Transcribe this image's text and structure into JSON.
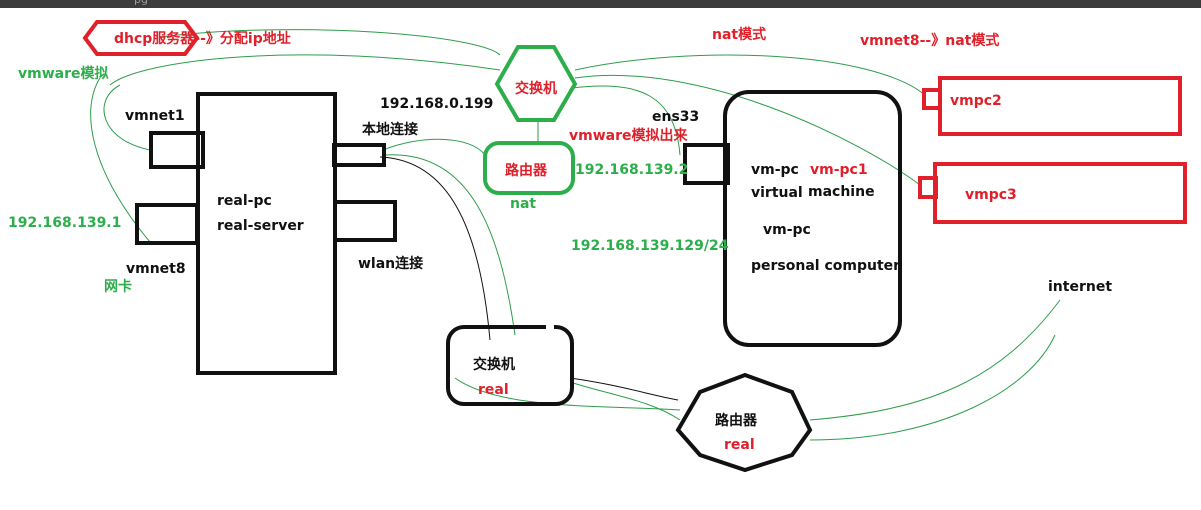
{
  "topbar": {
    "fragment": "pg"
  },
  "colors": {
    "black": "#111111",
    "red": "#e0202a",
    "green": "#2cae4a",
    "link": "#2f9d4b"
  },
  "labels": {
    "dhcp": "dhcp服务器--》分配ip地址",
    "vmware_sim": "vmware模拟",
    "nat_mode": "nat模式",
    "vmnet8_nat": "vmnet8--》nat模式",
    "switch_virtual": "交换机",
    "ip_0199": "192.168.0.199",
    "local_conn": "本地连接",
    "ens33": "ens33",
    "vmware_sim_out": "vmware模拟出来",
    "router_virtual": "路由器",
    "nat": "nat",
    "ip_1392": "192.168.139.2",
    "vmpc2": "vmpc2",
    "vmpc3": "vmpc3",
    "vmnet1": "vmnet1",
    "ip_1391": "192.168.139.1",
    "vmnet8": "vmnet8",
    "nic": "网卡",
    "real_pc": "real-pc",
    "real_server": "real-server",
    "wlan": "wlan连接",
    "vm_pc": "vm-pc",
    "vm_pc1": "vm-pc1",
    "virtual": "virtual",
    "machine": "machine",
    "vm_pc_2": "vm-pc",
    "personal_computer": "personal computer",
    "ip_139129": "192.168.139.129/24",
    "internet": "internet",
    "switch_real": "交换机",
    "real_1": "real",
    "router_real": "路由器",
    "real_2": "real"
  }
}
